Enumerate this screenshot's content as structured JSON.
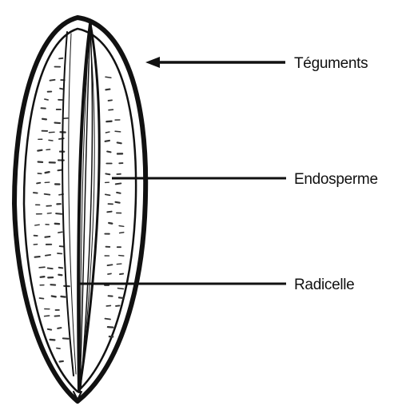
{
  "labels": {
    "teguments": "Téguments",
    "endosperme": "Endosperme",
    "radicelle": "Radicelle"
  },
  "colors": {
    "ink": "#111111",
    "background": "#ffffff"
  }
}
